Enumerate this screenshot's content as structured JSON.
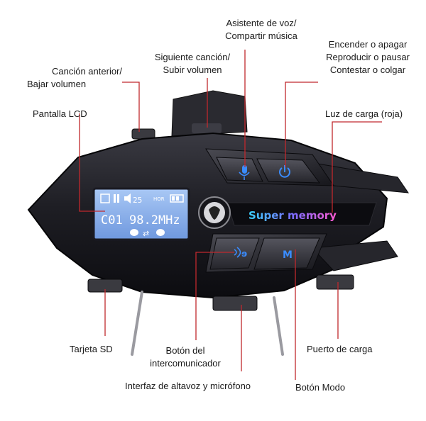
{
  "device": {
    "lcd": {
      "volume_value": "25",
      "mode_badge_top": "HOR",
      "channel": "C01",
      "frequency": "98.2MHz"
    },
    "brand_text": "Super memory",
    "mode_button_letter": "M"
  },
  "callouts": {
    "prev_song": [
      "Canción anterior/",
      "Bajar volumen"
    ],
    "lcd_screen": [
      "Pantalla LCD"
    ],
    "next_song": [
      "Siguiente canción/",
      "Subir volumen"
    ],
    "voice_assistant": [
      "Asistente de voz/",
      "Compartir música"
    ],
    "power": [
      "Encender o apagar",
      "Reproducir o pausar",
      "Contestar o colgar"
    ],
    "charge_light": [
      "Luz de carga (roja)"
    ],
    "sd_card": [
      "Tarjeta SD"
    ],
    "intercom_button": [
      "Botón del",
      "intercomunicador"
    ],
    "charging_port": [
      "Puerto de carga"
    ],
    "speaker_mic": [
      "Interfaz de altavoz y micrófono"
    ],
    "mode_button": [
      "Botón Modo"
    ]
  },
  "colors": {
    "callout_line": "#c0282d",
    "device_body": "#1b1b20",
    "lcd_background": "#8fb6ee",
    "button_glow": "#3a8cff"
  }
}
